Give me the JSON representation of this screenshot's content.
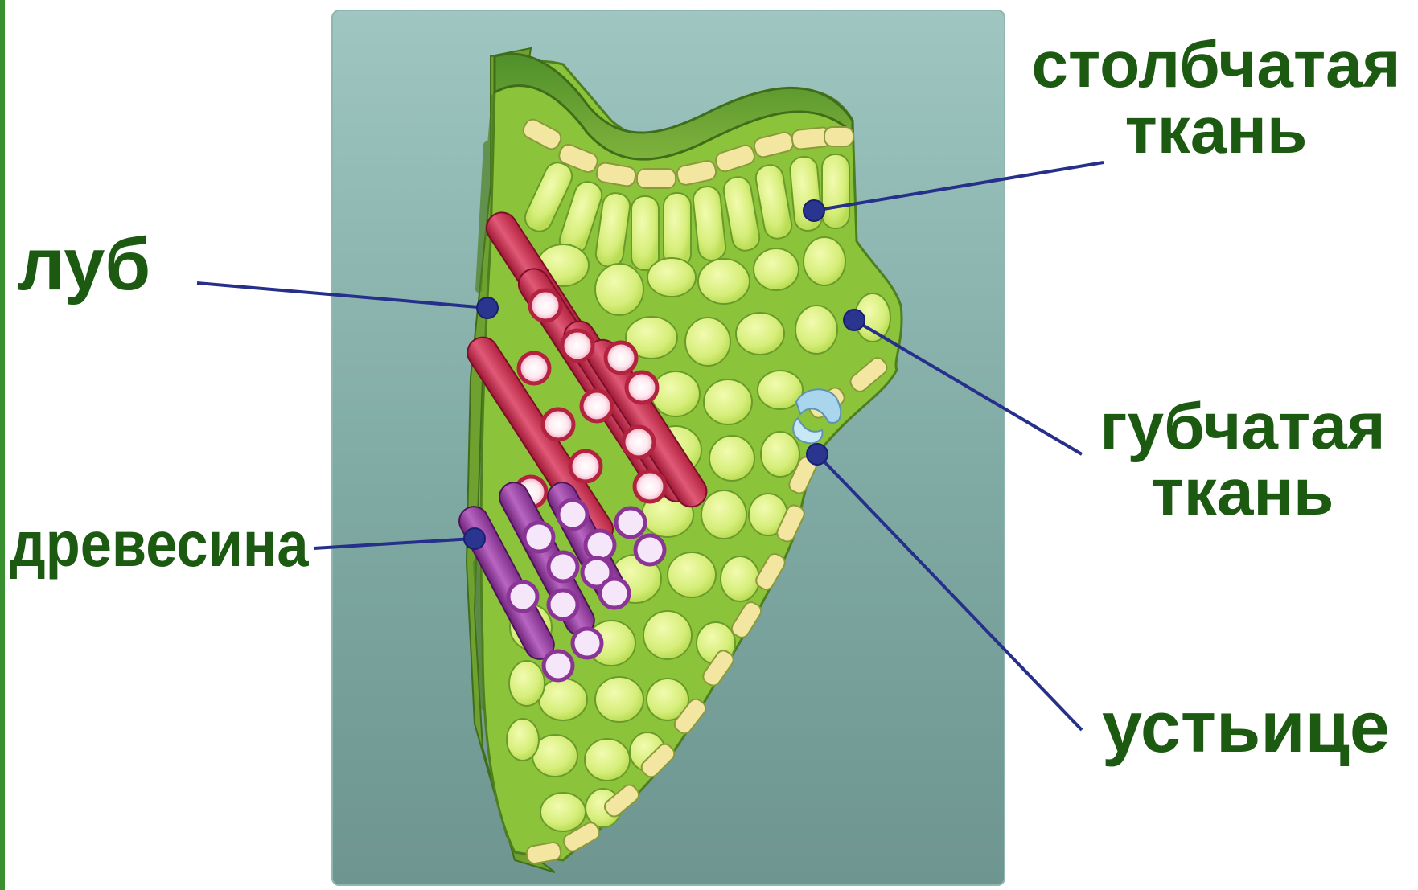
{
  "labels": {
    "palisade": [
      "столбчатая",
      "ткань"
    ],
    "phloem": "луб",
    "xylem": "древесина",
    "spongy": [
      "губчатая",
      "ткань"
    ],
    "stoma": "устьице"
  },
  "colors": {
    "label_text": "#1c5a12",
    "pointer_line": "#26308a",
    "pointer_dot": "#2a3590",
    "panel_background": "#8fb7b1",
    "leaf_green": "#8bc43a",
    "cell_yellow_green": "#d8ef7c",
    "epidermis": "#f3e6a0",
    "phloem_tubes": "#d23a5c",
    "xylem_tubes": "#9a3f9e",
    "stoma_guard_cells": "#a9d6ec"
  }
}
